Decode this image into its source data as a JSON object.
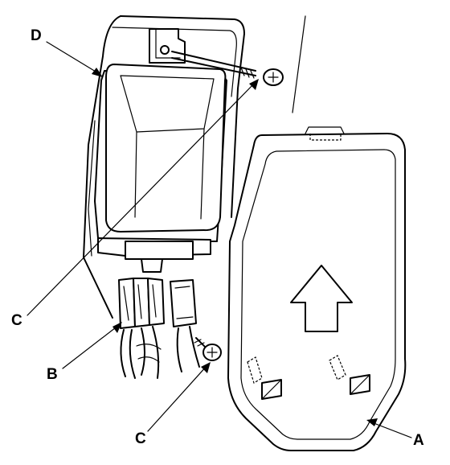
{
  "labels": {
    "a": "A",
    "b": "B",
    "c_upper": "C",
    "c_lower": "C",
    "d": "D"
  },
  "colors": {
    "line": "#000000",
    "background": "#ffffff"
  }
}
